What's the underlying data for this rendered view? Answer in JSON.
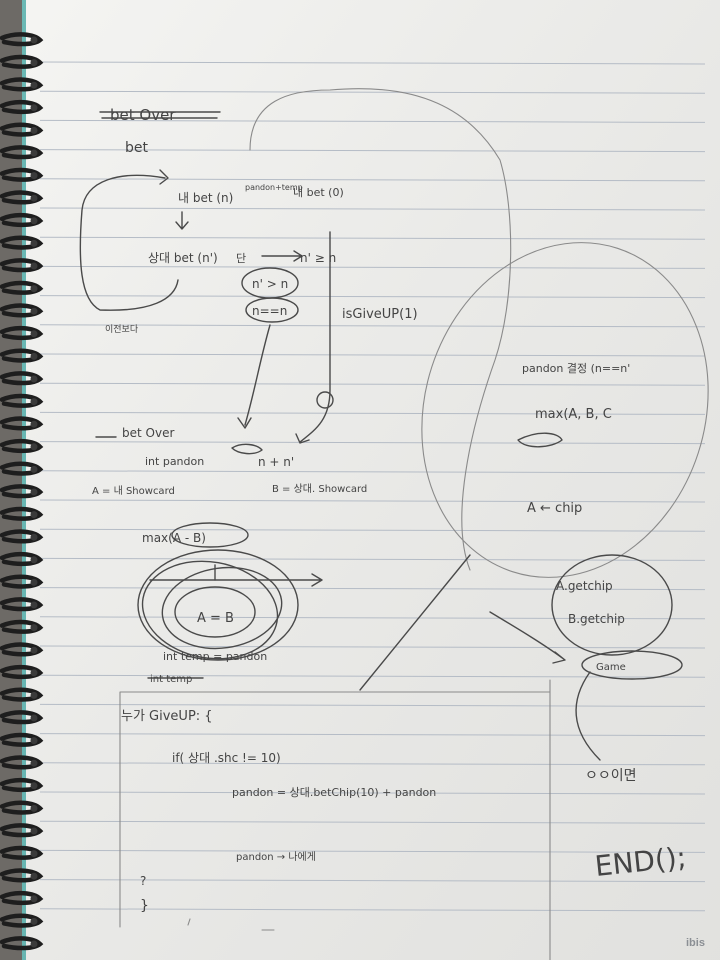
{
  "notes": {
    "crossed_title": "bet Over",
    "bet": "bet",
    "my_bet": "내 bet (n)",
    "pandon_temp": "pandon+temp",
    "my_bet_zero": "내 bet (0)",
    "opp_bet": "상대 bet (n')",
    "dan": "단",
    "cond_ge": "n' ≥ n",
    "cond_gt": "n' > n",
    "cond_eq": "n==n",
    "is_give_up": "isGiveUP(1)",
    "lost": "이전보다",
    "bet_over": "bet Over",
    "int_pandon": "int pandon",
    "n_sum": "n + n'",
    "a_card": "A = 내 Showcard",
    "b_card": "B = 상대. Showcard",
    "max_ab": "max(A - B)",
    "a_eq_b": "A = B",
    "int_temp": "int temp = pandon",
    "struck": "int temp",
    "pandon_decide": "pandon 결정 (n==n'",
    "max_abc": "max(A, B, C",
    "a_chip": "A ← chip",
    "a_getchip": "A.getchip",
    "b_getchip": "B.getchip",
    "game": "Game",
    "nugu_giveup": "누가 GiveUP: {",
    "if_stmt": "if( 상대 .shc != 10)",
    "pandon_assign": "pandon = 상대.betChip(10) + pandon",
    "oo_if": "ㅇㅇ이면",
    "pandon_to_me": "pandon → 나에게",
    "end": "END();",
    "question": "?",
    "brace": "}",
    "brand": "ibis"
  },
  "colors": {
    "paper": "#f2f2ef",
    "rule": "#b5bcc6",
    "margin_rule": "#c9c7c3",
    "pencil": "#4a4a4a",
    "coil": "#1e1e1e",
    "spine_accent": "#2f9e9a"
  }
}
